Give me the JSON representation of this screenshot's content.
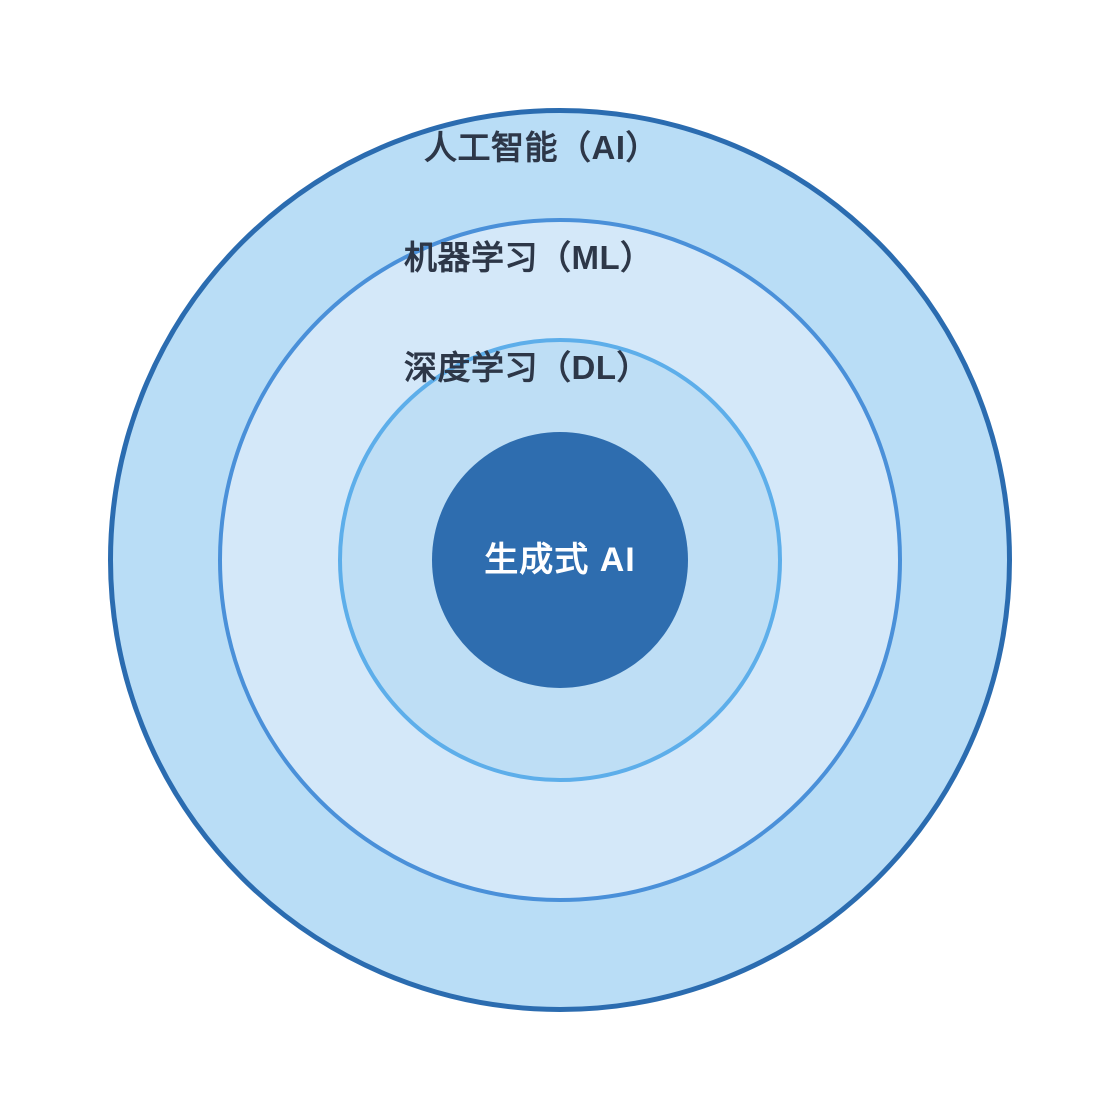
{
  "diagram": {
    "type": "nested-circles-venn",
    "title": "",
    "background_color": "#FFFFFF",
    "layers": [
      {
        "id": "ai",
        "label": "人工智能（AI）",
        "fill_color": "#B9DDF6",
        "border_color": "#2B6CB0",
        "level": 1
      },
      {
        "id": "ml",
        "label": "机器学习（ML）",
        "fill_color": "#D4E8F9",
        "border_color": "#4A90D9",
        "level": 2
      },
      {
        "id": "dl",
        "label": "深度学习（DL）",
        "fill_color": "#BEDEF5",
        "border_color": "#5DAEEA",
        "level": 3
      },
      {
        "id": "genai",
        "label": "生成式 AI",
        "fill_color": "#2E6DAF",
        "border_color": "#2E6DAF",
        "text_color": "#FFFFFF",
        "level": 4
      }
    ],
    "label_color": "#2D3748"
  }
}
